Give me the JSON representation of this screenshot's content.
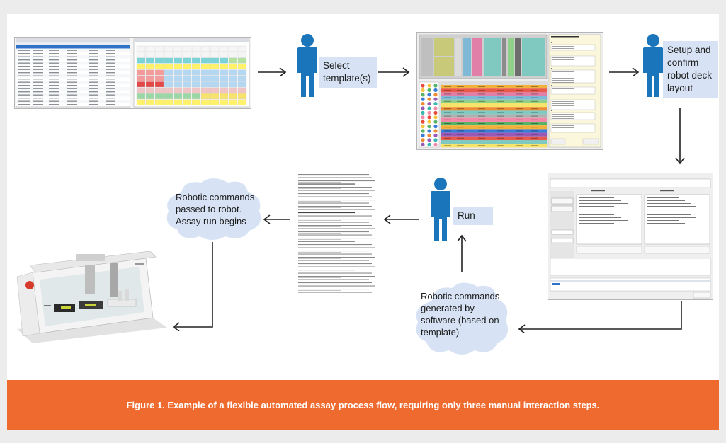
{
  "caption": "Figure 1. Example of a flexible automated assay process flow, requiring only three manual interaction steps.",
  "steps": {
    "select_template": "Select template(s)",
    "setup_deck": "Setup and confirm robot deck layout",
    "run": "Run",
    "commands_generated": "Robotic commands generated by software (based on template)",
    "commands_passed": "Robotic commands passed to robot. Assay run begins"
  },
  "colors": {
    "banner": "#ef6a2e",
    "person": "#1b75bb",
    "label_bg": "#d7e3f4",
    "cloud": "#d7e3f4"
  }
}
